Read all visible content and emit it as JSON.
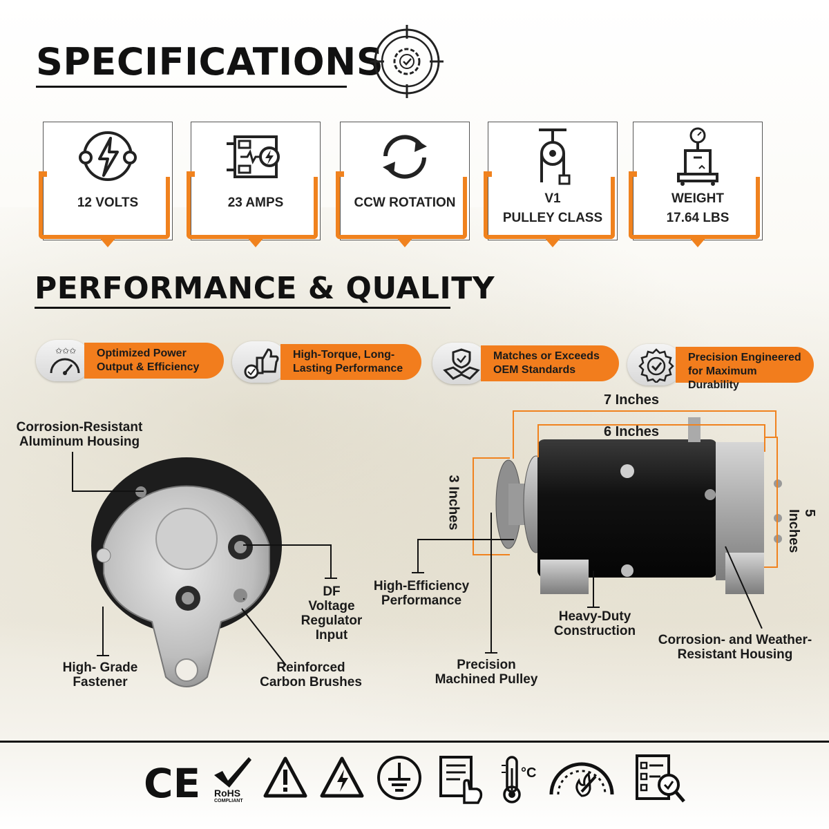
{
  "specifications": {
    "title": "SPECIFICATIONS",
    "cards": [
      {
        "icon": "power-bolt-icon",
        "line1": "12 VOLTS",
        "line2": ""
      },
      {
        "icon": "circuit-amps-icon",
        "line1": "23 AMPS",
        "line2": ""
      },
      {
        "icon": "rotation-arrows-icon",
        "line1": "CCW ROTATION",
        "line2": ""
      },
      {
        "icon": "pulley-icon",
        "line1": "V1",
        "line2": "PULLEY CLASS"
      },
      {
        "icon": "weight-scale-icon",
        "line1": "WEIGHT",
        "line2": "17.64 LBS"
      }
    ]
  },
  "performance": {
    "title": "PERFORMANCE & QUALITY",
    "pills": [
      {
        "icon": "gauge-stars-icon",
        "line1": "Optimized Power",
        "line2": "Output & Efficiency"
      },
      {
        "icon": "thumbs-up-check-icon",
        "line1": "High-Torque, Long-",
        "line2": "Lasting Performance"
      },
      {
        "icon": "handshake-shield-icon",
        "line1": "Matches or Exceeds",
        "line2": "OEM Standards"
      },
      {
        "icon": "badge-check-icon",
        "line1": "Precision Engineered",
        "line2": "for Maximum Durability"
      }
    ]
  },
  "callouts": {
    "housing": [
      "Corrosion-Resistant",
      "Aluminum Housing"
    ],
    "df": [
      "DF",
      "Voltage",
      "Regulator",
      "Input"
    ],
    "fastener": [
      "High- Grade",
      "Fastener"
    ],
    "brushes": [
      "Reinforced",
      "Carbon Brushes"
    ],
    "efficiency": [
      "High-Efficiency",
      "Performance"
    ],
    "pulley": [
      "Precision",
      "Machined Pulley"
    ],
    "construction": [
      "Heavy-Duty",
      "Construction"
    ],
    "weather": [
      "Corrosion- and Weather-",
      "Resistant Housing"
    ]
  },
  "dimensions": {
    "length_total": "7 Inches",
    "length_body": "6 Inches",
    "pulley_dia": "3 Inches",
    "body_dia": "5 Inches"
  },
  "certifications": {
    "ce": "CE",
    "rohs": "RoHS",
    "rohs_sub": "COMPLIANT",
    "temp_unit": "°C",
    "icons": [
      "ce-mark-icon",
      "rohs-check-icon",
      "warning-triangle-icon",
      "high-voltage-icon",
      "ground-icon",
      "manual-touch-icon",
      "thermometer-icon",
      "speedometer-flame-icon",
      "checklist-magnifier-icon"
    ]
  },
  "colors": {
    "accent": "#f0821e",
    "text": "#111111"
  }
}
